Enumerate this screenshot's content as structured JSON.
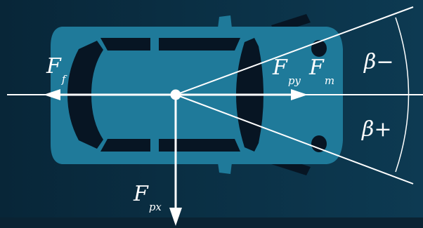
{
  "colors": {
    "background": "#0b2f44",
    "car_body": "#1f7a9a",
    "car_window": "#071523",
    "lines": "#ffffff"
  },
  "labels": {
    "ff_main": "F",
    "ff_sub": "f",
    "fpy_main": "F",
    "fpy_sub": "py",
    "fm_main": "F",
    "fm_sub": "m",
    "fpx_main": "F",
    "fpx_sub": "px",
    "beta_minus": "β−",
    "beta_plus": "β+"
  }
}
